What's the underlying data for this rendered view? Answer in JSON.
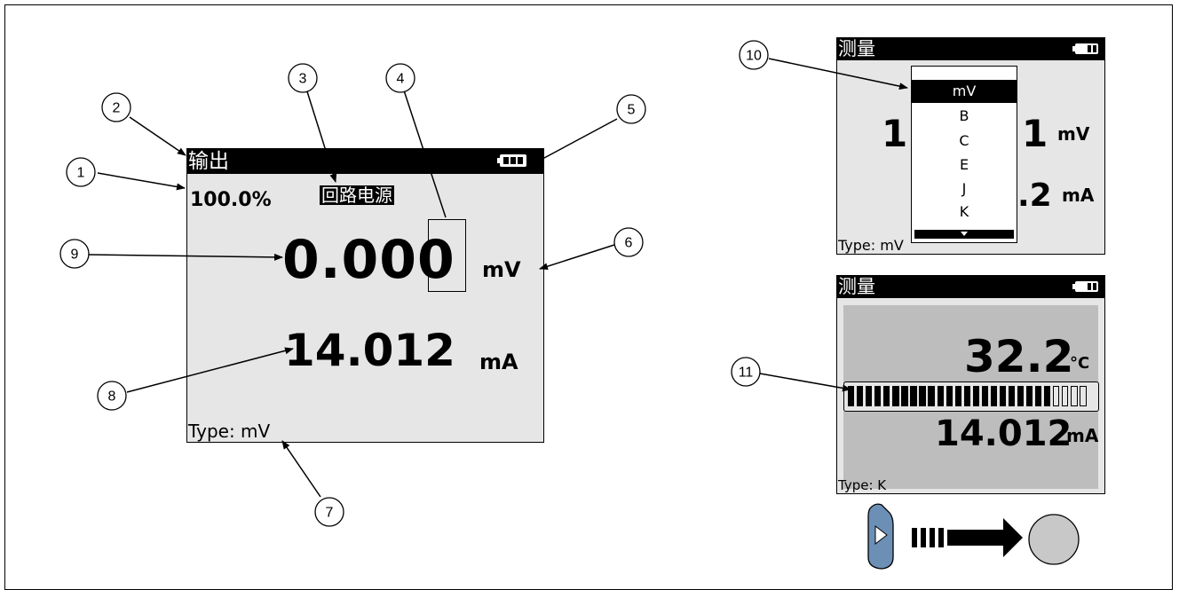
{
  "main_screen": {
    "title": "输出",
    "percent": "100.0%",
    "loop_power": "回路电源",
    "primary_value": "0.000",
    "primary_unit": "mV",
    "secondary_value": "14.012",
    "secondary_unit": "mA",
    "type_label": "Type: mV"
  },
  "menu_screen": {
    "title": "测量",
    "left_digit": "1",
    "right_value": "1",
    "right_unit": "mV",
    "right_value2": ".2",
    "right_unit2": "mA",
    "type_label": "Type: mV",
    "dropdown": {
      "items": [
        "mV",
        "B",
        "C",
        "E",
        "J",
        "K"
      ],
      "selected": "mV"
    }
  },
  "bar_screen": {
    "title": "测量",
    "primary_value": "32.2",
    "primary_unit": "°C",
    "secondary_value": "14.012",
    "secondary_unit": "mA",
    "type_label": "Type: K",
    "bargraph": {
      "filled_segments": 23,
      "total_segments": 27
    }
  },
  "callouts": [
    "1",
    "2",
    "3",
    "4",
    "5",
    "6",
    "7",
    "8",
    "9",
    "10",
    "11"
  ],
  "colors": {
    "screen_bg": "#e6e6e6",
    "bar_screen_bg": "#bdbdbd",
    "button_fill": "#6c8fb6",
    "circle_fill": "#c8c8c8"
  }
}
